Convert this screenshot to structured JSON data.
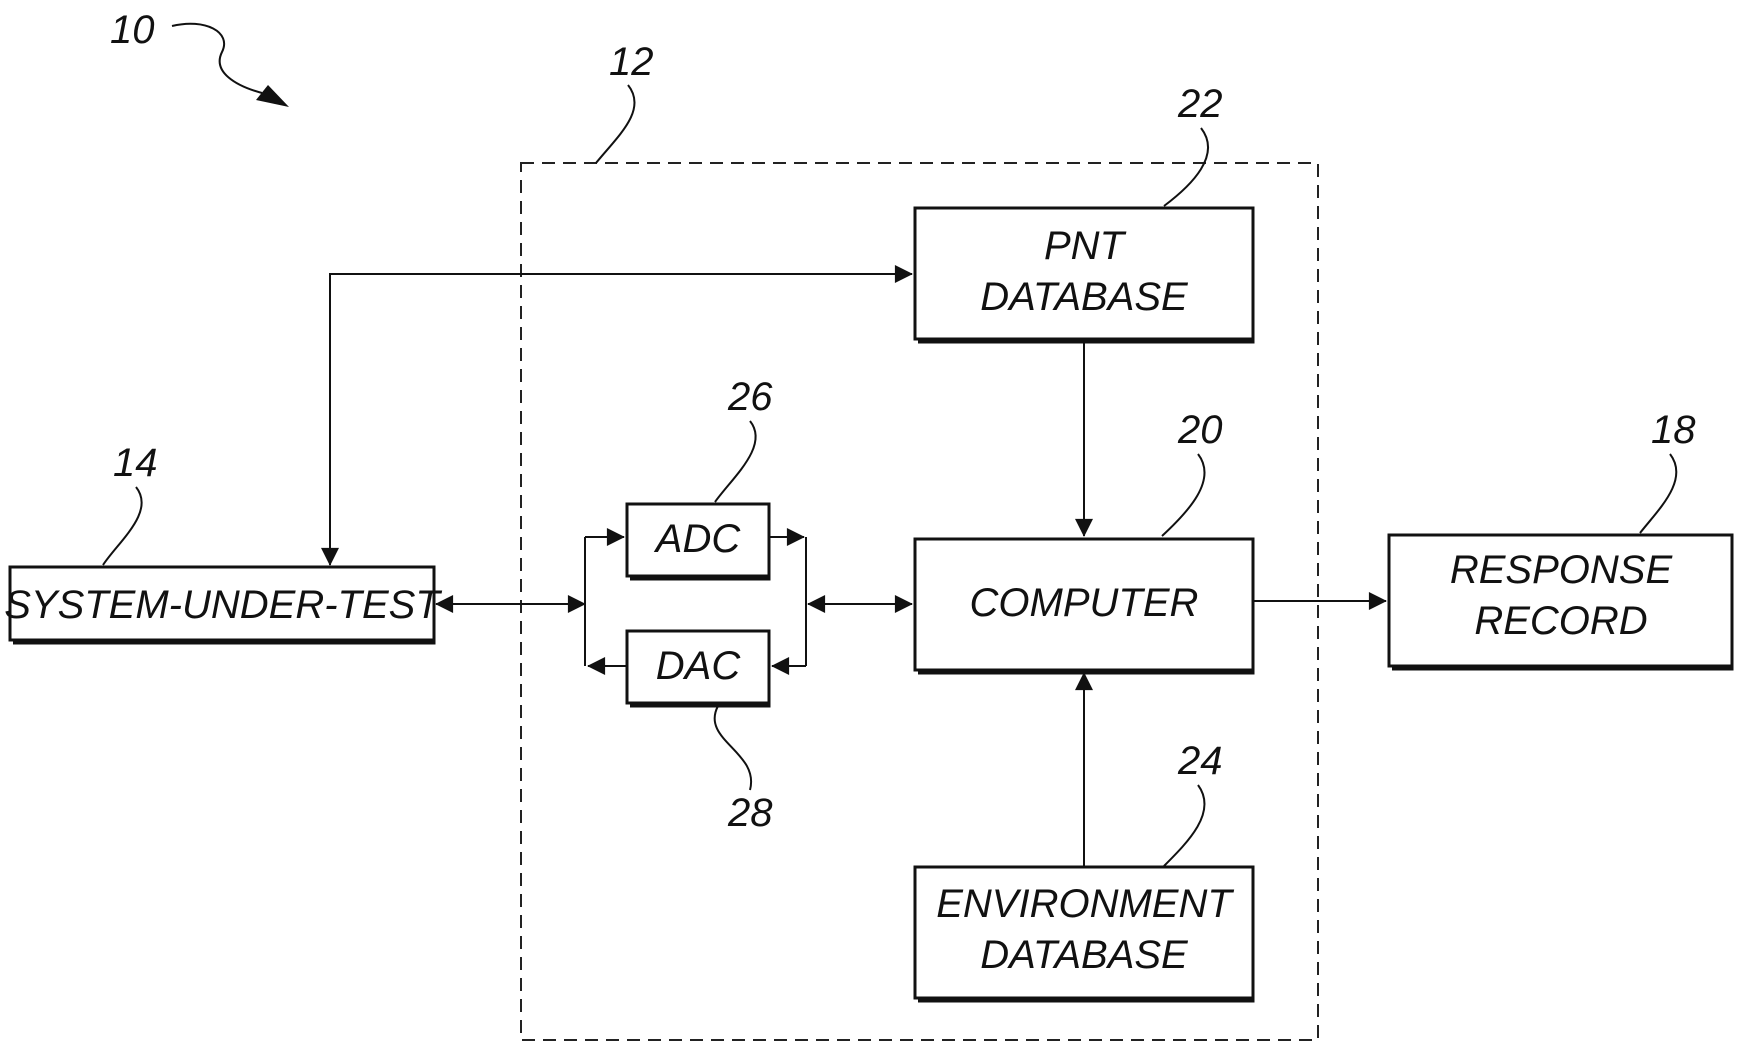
{
  "diagram": {
    "refs": {
      "system": "10",
      "apparatus": "12",
      "sut": "14",
      "response": "18",
      "computer": "20",
      "pnt": "22",
      "environment": "24",
      "adc": "26",
      "dac": "28"
    },
    "blocks": {
      "sut": [
        "SYSTEM-UNDER-TEST"
      ],
      "pnt": [
        "PNT",
        "DATABASE"
      ],
      "computer": [
        "COMPUTER"
      ],
      "adc": [
        "ADC"
      ],
      "dac": [
        "DAC"
      ],
      "environment": [
        "ENVIRONMENT",
        "DATABASE"
      ],
      "response": [
        "RESPONSE",
        "RECORD"
      ]
    }
  }
}
